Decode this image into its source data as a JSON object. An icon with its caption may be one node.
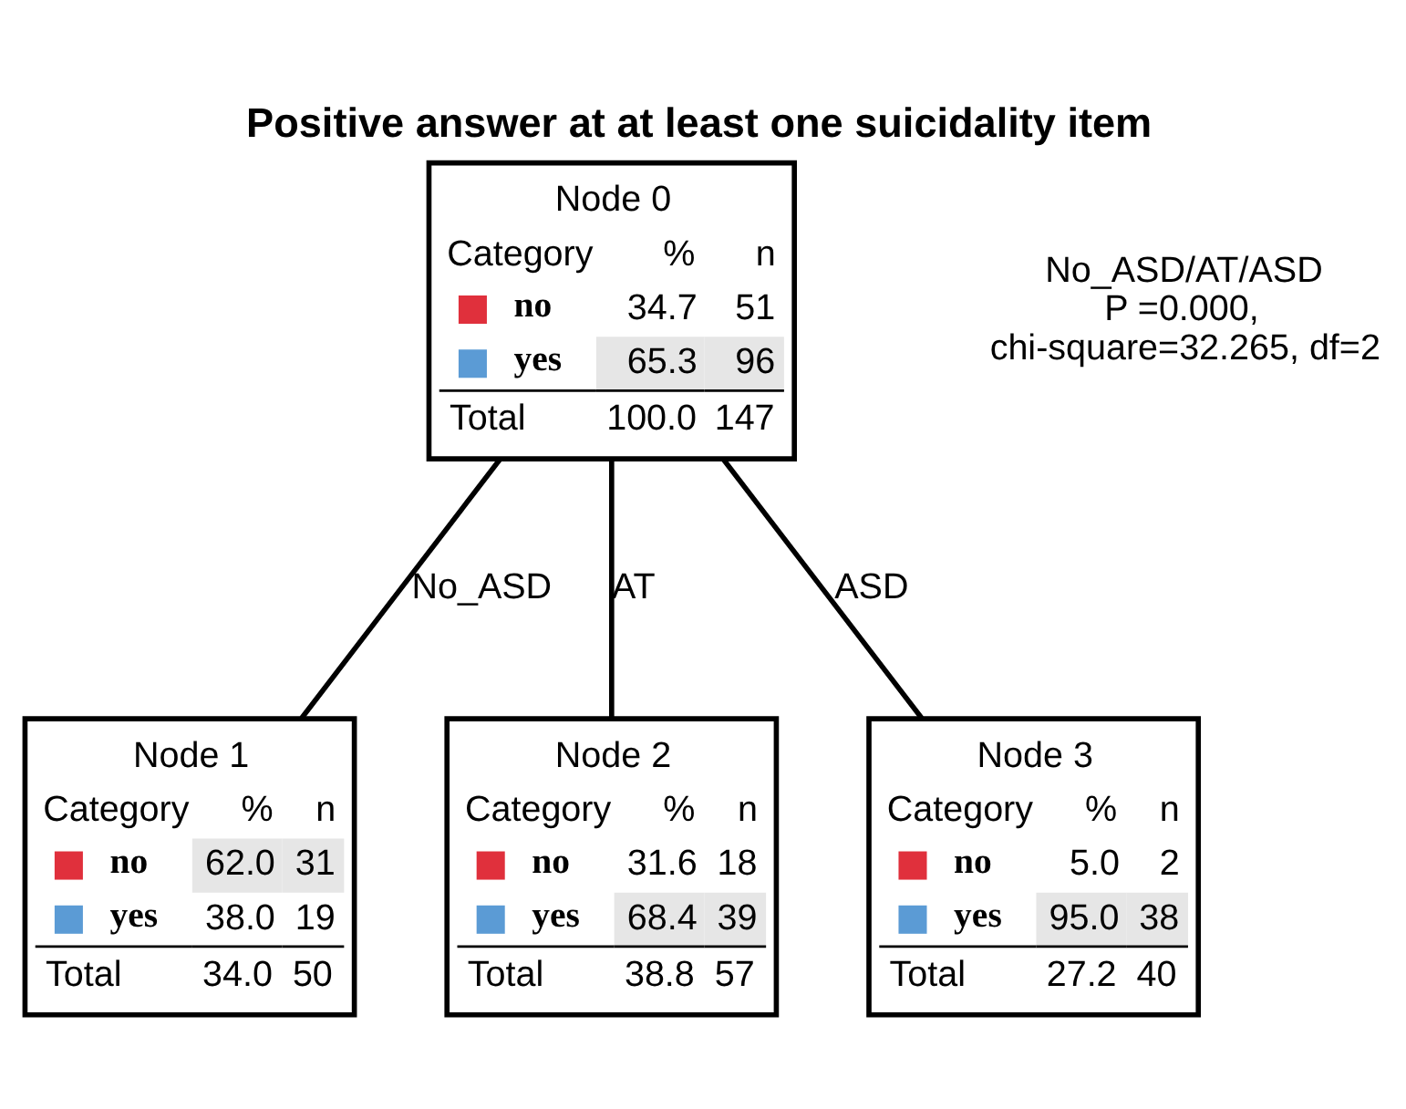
{
  "diagram": {
    "title": "Positive answer at at least one suicidality item",
    "nodes": [
      {
        "text": [
          "Node 0",
          "Category",
          "%",
          "n",
          "no",
          "34.7",
          "51",
          "yes",
          "65.3",
          "96",
          "Total",
          "100.0",
          "147"
        ]
      },
      {
        "text": [
          "Node 1",
          "Category",
          "%",
          "n",
          "no",
          "62.0",
          "31",
          "yes",
          "38.0",
          "19",
          "Total",
          "34.0",
          "50"
        ]
      },
      {
        "text": [
          "Node 2",
          "Category",
          "%",
          "n",
          "no",
          "31.6",
          "18",
          "yes",
          "68.4",
          "39",
          "Total",
          "38.8",
          "57"
        ]
      },
      {
        "text": [
          "Node 3",
          "Category",
          "%",
          "n",
          "no",
          "5.0",
          "2",
          "yes",
          "95.0",
          "38",
          "Total",
          "27.2",
          "40"
        ]
      }
    ],
    "edges": [
      {
        "from": 0,
        "to": 1,
        "arrow": "none",
        "label": "No_ASD"
      },
      {
        "from": 0,
        "to": 2,
        "arrow": "none",
        "label": "AT"
      },
      {
        "from": 0,
        "to": 3,
        "arrow": "none",
        "label": "ASD"
      }
    ],
    "labels": [
      "No_ASD/AT/ASD",
      "P =0.000,",
      "chi-square=32.265, df=2"
    ]
  }
}
